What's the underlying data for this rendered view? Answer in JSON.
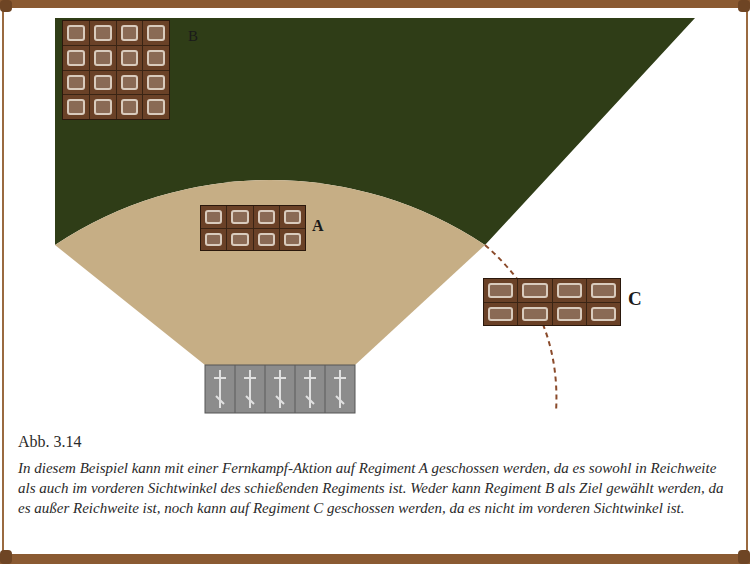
{
  "diagram": {
    "title": "Abb. 3.14",
    "caption": "In diesem Beispiel kann mit einer Fernkampf-Aktion auf Regiment A geschossen werden, da es sowohl in Reichweite als auch im vorderen Sichtwinkel des schießenden Regiments ist. Weder kann Regiment B als Ziel gewählt werden, da es außer Reichweite ist, noch kann auf Regiment C geschossen werden, da es nicht im vorderen Sichtwinkel ist.",
    "nodes": [
      {
        "text": [
          "B"
        ]
      },
      {
        "text": [
          "A"
        ]
      },
      {
        "text": [
          "C"
        ]
      }
    ]
  }
}
